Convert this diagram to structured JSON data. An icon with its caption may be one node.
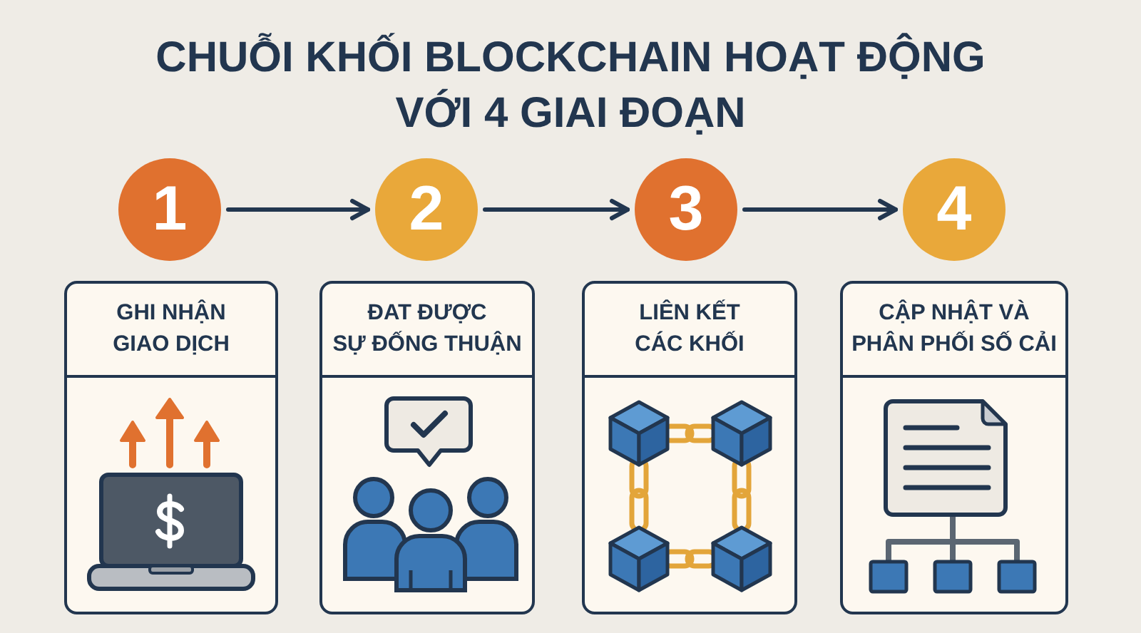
{
  "diagram": {
    "title": "CHUỖI KHỐI BLOCKCHAIN HOẠT ĐỘNG VỚI 4 GIAI ĐOẠN",
    "nodes": [
      {
        "text": [
          "1"
        ]
      },
      {
        "text": [
          "2"
        ]
      },
      {
        "text": [
          "3"
        ]
      },
      {
        "text": [
          "4"
        ]
      },
      {
        "text": [
          "GHI NHẬN GIAO DỊCH"
        ]
      },
      {
        "text": [
          "ĐAT ĐƯỢC SỰ ĐỐNG THUẬN"
        ]
      },
      {
        "text": [
          "LIÊN KẾT CÁC KHỐI"
        ]
      },
      {
        "text": [
          "CẬP NHẬT VÀ PHÂN PHỐI SỐ CẢI"
        ]
      }
    ],
    "edges": [
      {
        "from": 0,
        "to": 1,
        "arrow": "to"
      },
      {
        "from": 1,
        "to": 2,
        "arrow": "to"
      },
      {
        "from": 2,
        "to": 3,
        "arrow": "to"
      }
    ]
  }
}
